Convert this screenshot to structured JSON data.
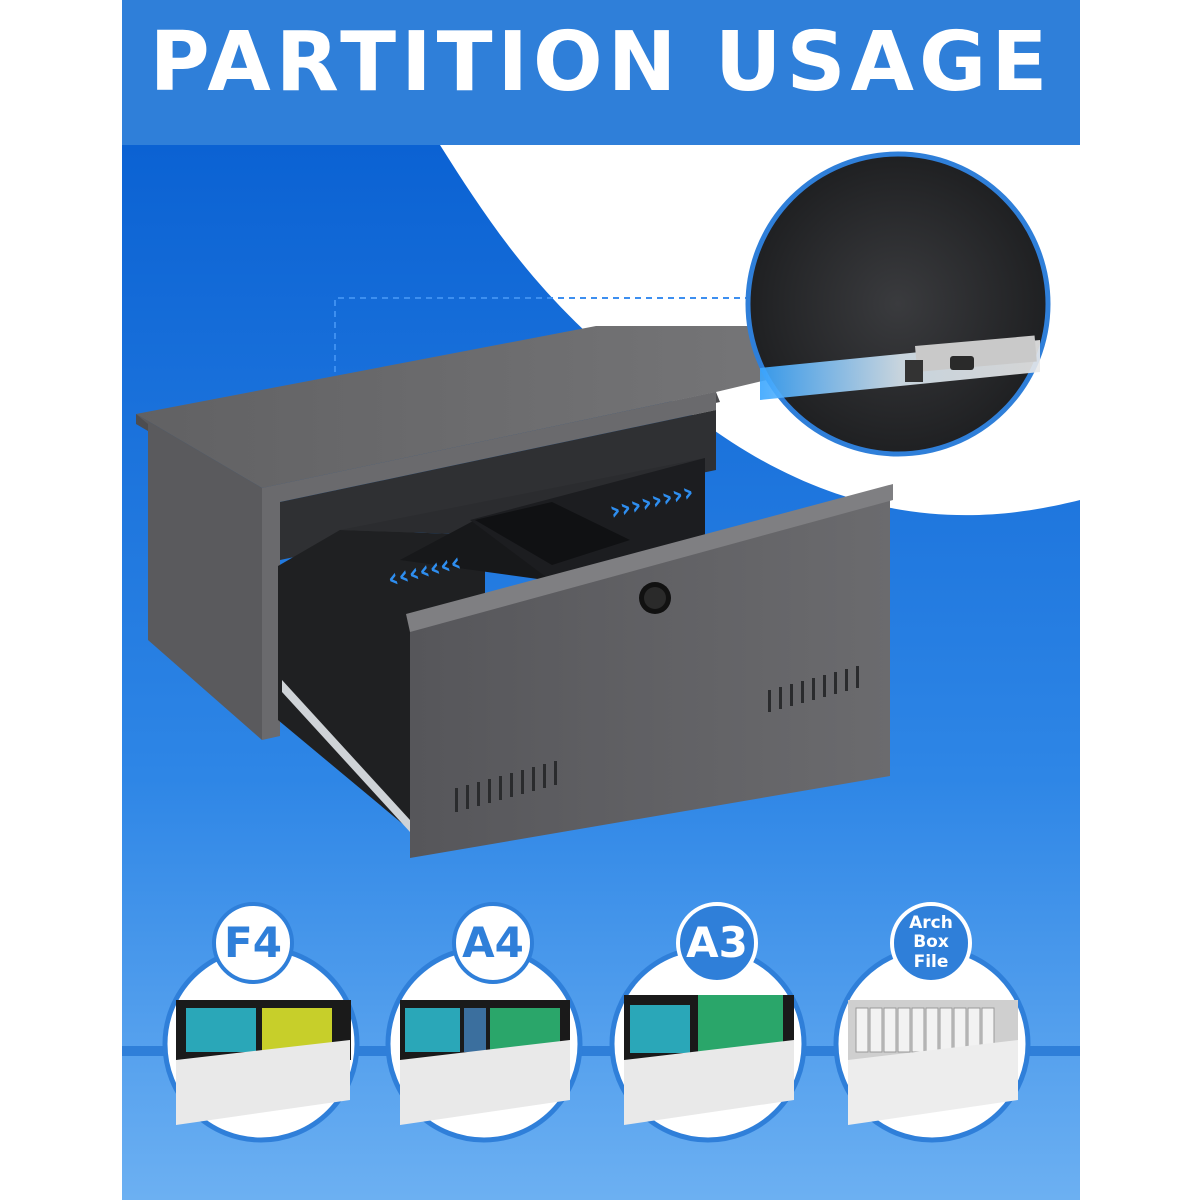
{
  "header": {
    "title": "PARTITION USAGE",
    "background": "#2f7fd9"
  },
  "colors": {
    "brand_blue": "#2f7fd9",
    "deep_blue": "#0a63d4",
    "cabinet_gray": "#5b5b5d",
    "drawer_dark": "#2a2b2d"
  },
  "zoom_callout": {
    "icon": "drawer-slide-rail-icon"
  },
  "drawer_partitions": {
    "left_arrows": "‹‹‹‹‹‹‹",
    "right_arrows": "››››››››"
  },
  "usage_options": [
    {
      "label": "F4"
    },
    {
      "label": "A4"
    },
    {
      "label": "A3"
    },
    {
      "label_line1": "Arch",
      "label_line2": "Box File"
    }
  ]
}
